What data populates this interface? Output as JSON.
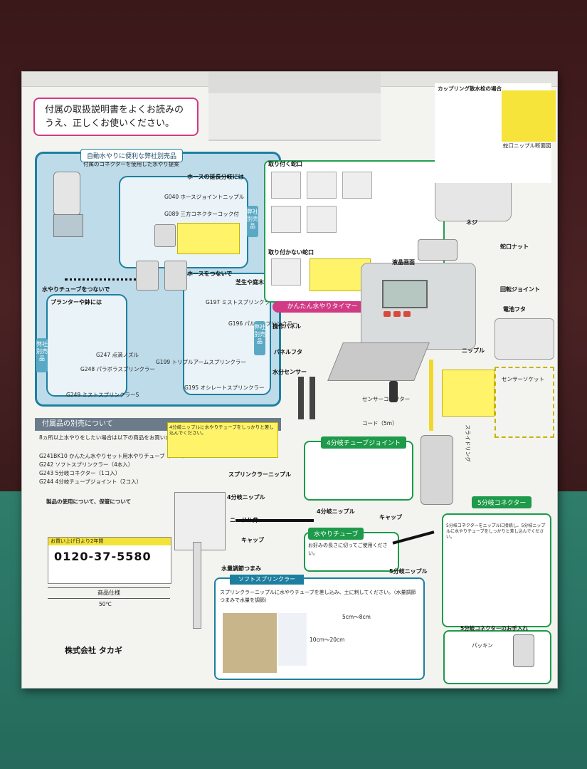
{
  "package": {
    "notice": "付属の取扱説明書をよくお読みのうえ、正しくお使いください。",
    "accessories_panel": {
      "title": "自動水やりに便利な弊社別売品",
      "subtitle": "付属のコネクターを使用した水やり提案",
      "hose_extension": "ホースの延長分岐には",
      "g040": "G040 ホースジョイントニップル",
      "g089": "G089 三方コネクターコック付",
      "hose_connect": "ホースをつないで",
      "lawn": "芝生や庭木には",
      "g197": "G197 ミストスプリンクラー",
      "g196": "G196 パルススプリンクラー",
      "g195": "G195 オシレートスプリンクラー",
      "g199": "G199 トリプルアームスプリンクラー",
      "tube_connect": "水やりチューブをつないで",
      "planter": "プランターや鉢には",
      "g247": "G247 点滴ノズル",
      "g248": "G248 パラボラスプリンクラー",
      "g249": "G249 ミストスプリンクラーS",
      "side_tag_a": "弊社別売品",
      "side_tag_b": "弊社別売品",
      "side_tag_c": "弊社別売品"
    },
    "separate_items": {
      "heading": "付属品の別売について",
      "intro": "8ヵ所以上水やりをしたい場合は以下の商品をお買い求めください。",
      "items": [
        "G241BK10 かんたん水やりセット用水やりチューブ（10ｍ）",
        "G242 ソフトスプリンクラー（4本入）",
        "G243 5分岐コネクター（1コ入）",
        "G244 4分岐チューブジョイント（2コ入）"
      ],
      "storage": "製品の使用について、保管について"
    },
    "support": {
      "header": "お買い上げ日より2年間",
      "phone": "0120-37-5580",
      "spec_title": "商品仕様",
      "spec_temp": "50℃",
      "company": "株式会社 タカギ"
    },
    "faucet_info": {
      "title": "取り付く蛇口",
      "not_fit": "取り付かない蛇口",
      "timer_label": "かんたん水やりタイマー",
      "screw": "ネジ",
      "nut": "蛇口ナット",
      "lcd": "液晶画面",
      "rotary": "回転ジョイント",
      "battery_cover": "電池フタ",
      "panel": "操作パネル",
      "panel_cover": "パネルフタ",
      "nipple": "ニップル",
      "sensor": "水分センサー",
      "sensor_connector": "センサーコネクター",
      "cord": "コード（5m）",
      "sensor_socket": "センサーソケット",
      "slide_ring": "スライドリング",
      "coupling_label": "カップリング散水栓の場合",
      "faucet_nipple": "蛇口ニップル断面図"
    },
    "tube_parts": {
      "four_way": "4分岐チューブジョイント",
      "sprinkler_nipple": "スプリンクラーニップル",
      "four_nipple": "4分岐ニップル",
      "needle": "ニードル弁",
      "cap": "キャップ",
      "tube": "水やりチューブ",
      "tube_note": "お好みの長さに切ってご使用ください。",
      "five_nipple": "5分岐ニップル",
      "water_knob": "水量調節つまみ",
      "four_way_desc": "4分岐ニップルに水やりチューブをしっかりと差し込んでください。"
    },
    "five_way": {
      "heading": "5分岐コネクター",
      "desc": "5分岐コネクターをニップルに接続し、5分岐ニップルに水やりチューブをしっかりと差し込んでください。",
      "care": "5分岐コネクターのお手入れ",
      "packing": "パッキン"
    },
    "soft_sprinkler": {
      "heading": "ソフトスプリンクラー",
      "desc": "スプリンクラーニップルに水やりチューブを差し込み、土に刺してください。（水量調節つまみで水量を調節）",
      "depth": "5cm〜8cm",
      "range": "10cm〜20cm"
    }
  }
}
